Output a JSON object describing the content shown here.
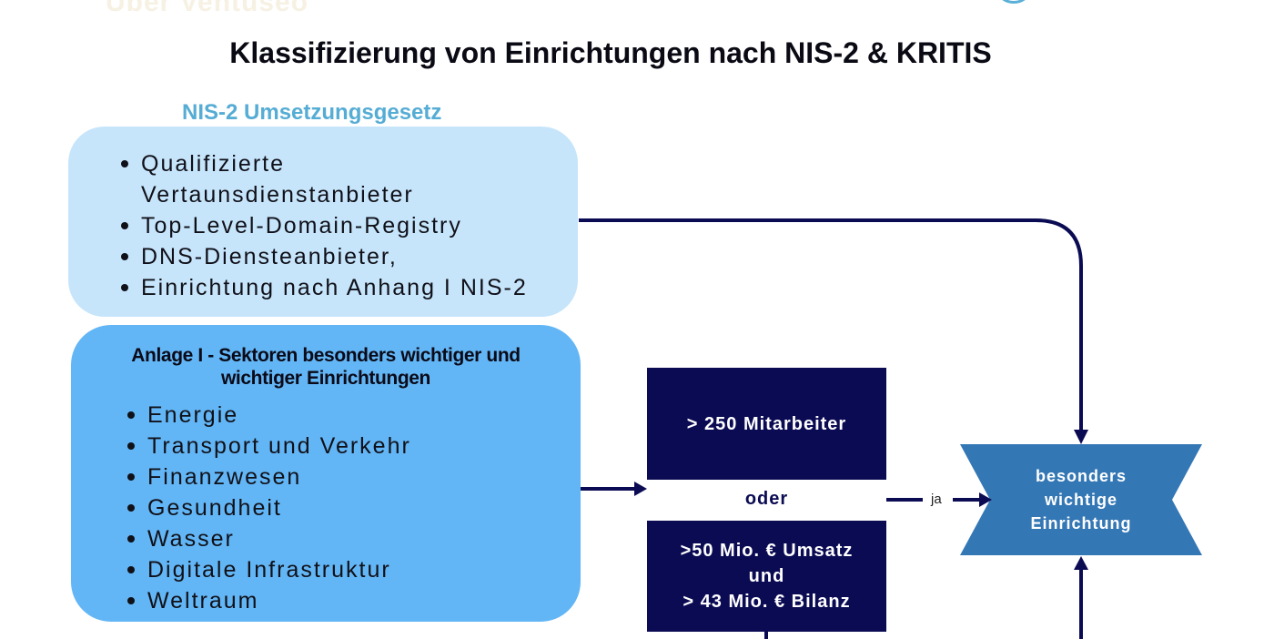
{
  "header": {
    "faded_heading": "Über Ventuseo",
    "title": "Klassifizierung von Einrichtungen nach NIS-2 & KRITIS"
  },
  "nis2": {
    "heading": "NIS-2 Umsetzungsgesetz",
    "items": [
      "Qualifizierte Vertaunsdienstanbieter",
      "Top-Level-Domain-Registry",
      "DNS-Diensteanbieter,",
      "Einrichtung nach Anhang I NIS-2"
    ]
  },
  "anlage": {
    "title": "Anlage I  - Sektoren besonders wichtiger und wichtiger Einrichtungen",
    "items": [
      "Energie",
      "Transport und Verkehr",
      "Finanzwesen",
      "Gesundheit",
      "Wasser",
      "Digitale Infrastruktur",
      "Weltraum"
    ]
  },
  "criteria": {
    "employees": "> 250 Mitarbeiter",
    "connector": "oder",
    "revenue_line1": ">50 Mio. € Umsatz",
    "revenue_line2": "und",
    "revenue_line3": "> 43 Mio. € Bilanz"
  },
  "decision": {
    "yes_label": "ja",
    "result_line1": "besonders",
    "result_line2": "wichtige",
    "result_line3": "Einrichtung"
  },
  "colors": {
    "title_text": "#0a0a14",
    "nis_heading": "#55acd4",
    "nis_box": "#c6e5fb",
    "anlage_box": "#63b6f5",
    "criteria_box": "#0b0b54",
    "result_shape": "#3477b5",
    "arrows": "#0b0b54"
  }
}
